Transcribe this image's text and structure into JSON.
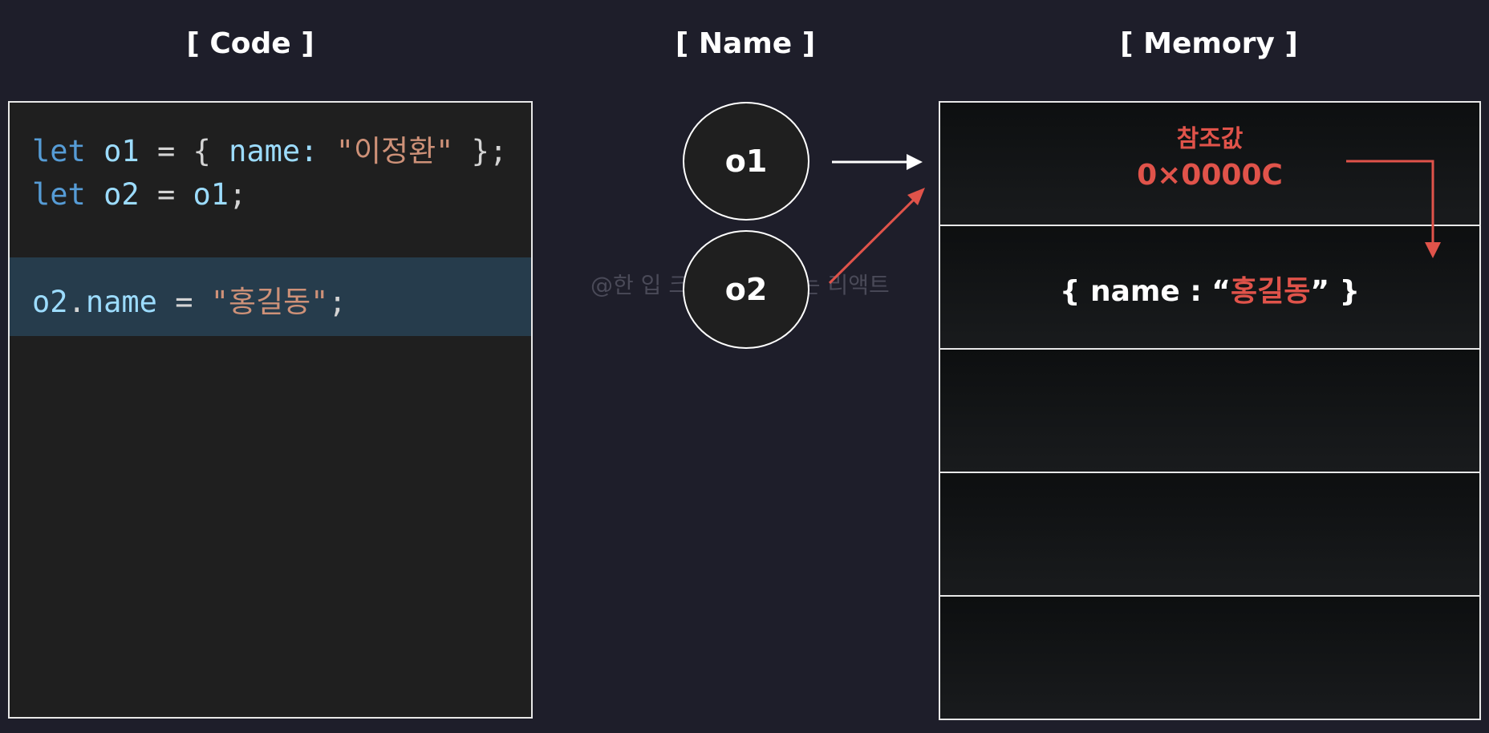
{
  "headings": {
    "code": "[ Code ]",
    "name": "[ Name ]",
    "memory": "[ Memory ]"
  },
  "code": {
    "line1": {
      "kw": "let",
      "var": "o1",
      "op": " = { ",
      "prop": "name:",
      "sp": " ",
      "str": "\"이정환\"",
      "end": " };"
    },
    "line2": {
      "kw": "let",
      "var": "o2",
      "op": " = ",
      "val": "o1",
      "end": ";"
    },
    "line3": {
      "var": "o2",
      "dot": ".",
      "prop": "name",
      "op": " = ",
      "str": "\"홍길동\"",
      "end": ";"
    }
  },
  "names": {
    "o1": "o1",
    "o2": "o2"
  },
  "watermark": "@한 입 크기로 잘라먹는 리액트",
  "memory": {
    "reference_label": "참조값",
    "reference_value": "0×0000C",
    "object_prefix": "{ name : “",
    "object_value": "홍길동",
    "object_suffix": "” }"
  },
  "colors": {
    "background": "#1e1e2a",
    "accent_red": "#e0534a",
    "keyword": "#569cd6",
    "variable": "#9cdcfe",
    "string": "#ce9178",
    "highlight_row": "#263c4c"
  }
}
